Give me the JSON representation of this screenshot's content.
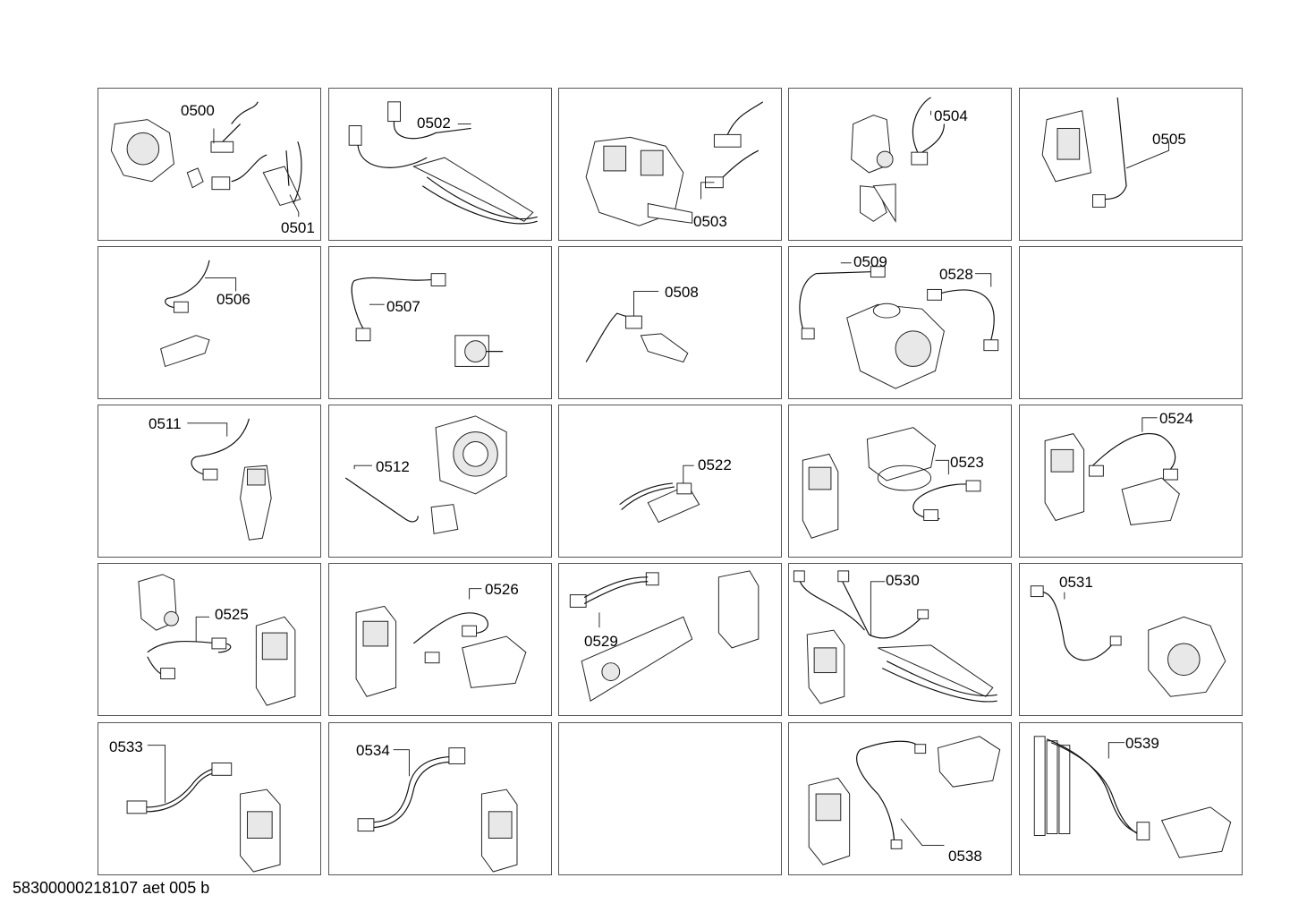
{
  "footer": {
    "doc_id": "58300000218107 aet 005 b"
  },
  "labels": {
    "c0500": "0500",
    "c0501": "0501",
    "c0502": "0502",
    "c0503": "0503",
    "c0504": "0504",
    "c0505": "0505",
    "c0506": "0506",
    "c0507": "0507",
    "c0508": "0508",
    "c0509": "0509",
    "c0528": "0528",
    "c0511": "0511",
    "c0512": "0512",
    "c0522": "0522",
    "c0523": "0523",
    "c0524": "0524",
    "c0525": "0525",
    "c0526": "0526",
    "c0529": "0529",
    "c0530": "0530",
    "c0531": "0531",
    "c0533": "0533",
    "c0534": "0534",
    "c0538": "0538",
    "c0539": "0539"
  }
}
